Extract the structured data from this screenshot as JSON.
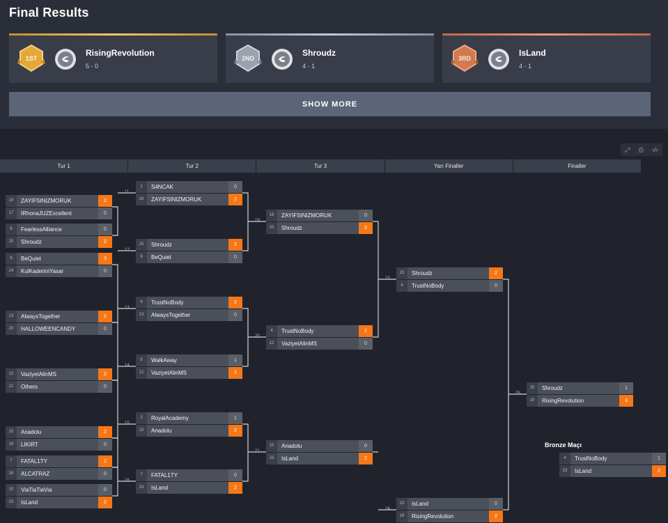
{
  "header": {
    "title": "Final Results",
    "show_more": "SHOW MORE"
  },
  "podium": [
    {
      "rank": "1ST",
      "team": "RisingRevolution",
      "record": "5 - 0",
      "accent": "#e2b255",
      "medal_fill": "#e3a73b"
    },
    {
      "rank": "2ND",
      "team": "Shroudz",
      "record": "4 - 1",
      "accent": "#9aa0ae",
      "medal_fill": "#9ca1ad"
    },
    {
      "rank": "3RD",
      "team": "IsLand",
      "record": "4 - 1",
      "accent": "#d9845a",
      "medal_fill": "#d17a4f"
    }
  ],
  "toolbar": {
    "expand_icon": "expand-icon",
    "print_icon": "print-icon",
    "embed_icon": "code-icon"
  },
  "rounds": [
    "Tur 1",
    "Tur 2",
    "Tur 3",
    "Yarı Finaller",
    "Finaller"
  ],
  "bronze_title": "Bronze Maçı",
  "matches": [
    {
      "num": "",
      "teams": [
        [
          "16",
          "ZAYIFSINIZMORUK",
          "2"
        ],
        [
          "17",
          "IRhonaJUZExcellent",
          "0"
        ]
      ],
      "winner": 0
    },
    {
      "num": "",
      "teams": [
        [
          "8",
          "FearlessAlliance",
          "0"
        ],
        [
          "25",
          "Shroudz",
          "2"
        ]
      ],
      "winner": 1
    },
    {
      "num": "",
      "teams": [
        [
          "9",
          "BeQuiet",
          "3"
        ],
        [
          "24",
          "KulKaderiniYasar",
          "0"
        ]
      ],
      "winner": 0
    },
    {
      "num": "",
      "teams": [
        [
          "13",
          "AlwaysTogether",
          "2"
        ],
        [
          "20",
          "HALLOWEENCANDY",
          "0"
        ]
      ],
      "winner": 0
    },
    {
      "num": "",
      "teams": [
        [
          "12",
          "VaziyetAlinMS",
          "2"
        ],
        [
          "21",
          "Others",
          "0"
        ]
      ],
      "winner": 0
    },
    {
      "num": "",
      "teams": [
        [
          "15",
          "Anadolu",
          "2"
        ],
        [
          "18",
          "LIKIRT",
          "0"
        ]
      ],
      "winner": 0
    },
    {
      "num": "",
      "teams": [
        [
          "7",
          "FATAL1TY",
          "2"
        ],
        [
          "26",
          "ALCATRAZ",
          "0"
        ]
      ],
      "winner": 0
    },
    {
      "num": "",
      "teams": [
        [
          "10",
          "ViaTiaTiaVia",
          "0"
        ],
        [
          "23",
          "IsLand",
          "2"
        ]
      ],
      "winner": 1
    },
    {
      "num": "11",
      "teams": [
        [
          "1",
          "S4NCAK",
          "0"
        ],
        [
          "16",
          "ZAYIFSINIZMORUK",
          "2"
        ]
      ],
      "winner": 1
    },
    {
      "num": "12",
      "teams": [
        [
          "25",
          "Shroudz",
          "2"
        ],
        [
          "9",
          "BeQuiet",
          "0"
        ]
      ],
      "winner": 0
    },
    {
      "num": "13",
      "teams": [
        [
          "4",
          "TrustNoBody",
          "2"
        ],
        [
          "13",
          "AlwaysTogether",
          "0"
        ]
      ],
      "winner": 0
    },
    {
      "num": "14",
      "teams": [
        [
          "5",
          "WalkAway",
          "1"
        ],
        [
          "12",
          "VaziyetAlinMS",
          "2"
        ]
      ],
      "winner": 1
    },
    {
      "num": "15",
      "teams": [
        [
          "2",
          "RoyalAcademy",
          "1"
        ],
        [
          "15",
          "Anadolu",
          "2"
        ]
      ],
      "winner": 1
    },
    {
      "num": "16",
      "teams": [
        [
          "7",
          "FATAL1TY",
          "0"
        ],
        [
          "23",
          "IsLand",
          "2"
        ]
      ],
      "winner": 1
    },
    {
      "num": "19",
      "teams": [
        [
          "16",
          "ZAYIFSINIZMORUK",
          "0"
        ],
        [
          "25",
          "Shroudz",
          "2"
        ]
      ],
      "winner": 1
    },
    {
      "num": "20",
      "teams": [
        [
          "4",
          "TrustNoBody",
          "2"
        ],
        [
          "12",
          "VaziyetAlinMS",
          "0"
        ]
      ],
      "winner": 0
    },
    {
      "num": "21",
      "teams": [
        [
          "15",
          "Anadolu",
          "0"
        ],
        [
          "23",
          "IsLand",
          "2"
        ]
      ],
      "winner": 1
    },
    {
      "num": "23",
      "teams": [
        [
          "25",
          "Shroudz",
          "2"
        ],
        [
          "4",
          "TrustNoBody",
          "0"
        ]
      ],
      "winner": 0
    },
    {
      "num": "24",
      "teams": [
        [
          "23",
          "IsLand",
          "0"
        ],
        [
          "19",
          "RisingRevolution",
          "2"
        ]
      ],
      "winner": 1
    },
    {
      "num": "25",
      "teams": [
        [
          "25",
          "Shroudz",
          "1"
        ],
        [
          "19",
          "RisingRevolution",
          "3"
        ]
      ],
      "winner": 1
    },
    {
      "num": "",
      "teams": [
        [
          "4",
          "TrustNoBody",
          "1"
        ],
        [
          "23",
          "IsLand",
          "2"
        ]
      ],
      "winner": 1
    }
  ]
}
